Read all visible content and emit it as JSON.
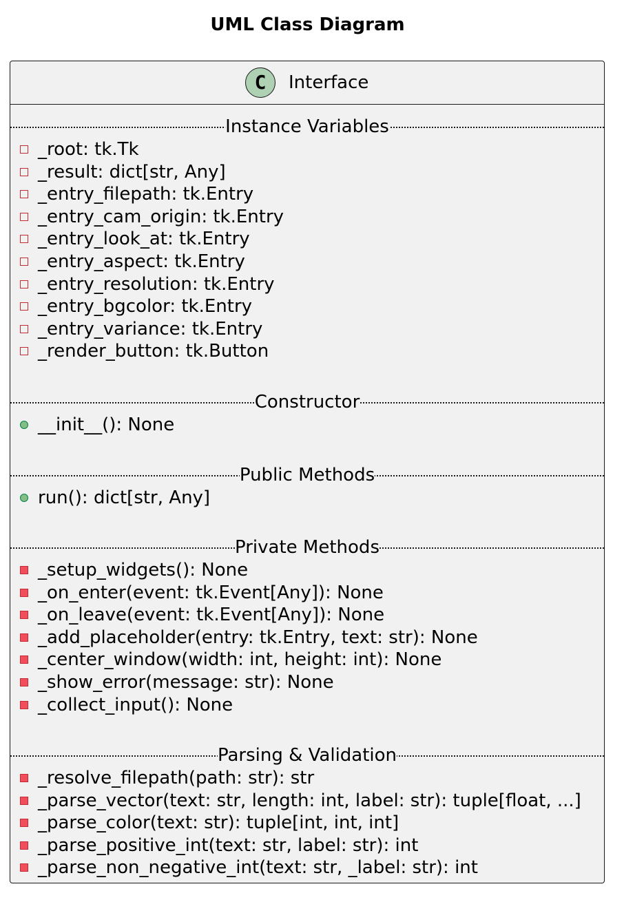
{
  "diagram": {
    "title": "UML Class Diagram"
  },
  "class": {
    "icon_letter": "C",
    "name": "Interface"
  },
  "sections": {
    "instance_variables": {
      "label": "Instance Variables",
      "visibility": "private",
      "items": [
        "_root: tk.Tk",
        "_result: dict[str, Any]",
        "_entry_filepath: tk.Entry",
        "_entry_cam_origin: tk.Entry",
        "_entry_look_at: tk.Entry",
        "_entry_aspect: tk.Entry",
        "_entry_resolution: tk.Entry",
        "_entry_bgcolor: tk.Entry",
        "_entry_variance: tk.Entry",
        "_render_button: tk.Button"
      ]
    },
    "constructor": {
      "label": "Constructor",
      "visibility": "public",
      "items": [
        "__init__(): None"
      ]
    },
    "public_methods": {
      "label": "Public Methods",
      "visibility": "public",
      "items": [
        "run(): dict[str, Any]"
      ]
    },
    "private_methods": {
      "label": "Private Methods",
      "visibility": "private",
      "items": [
        "_setup_widgets(): None",
        "_on_enter(event: tk.Event[Any]): None",
        "_on_leave(event: tk.Event[Any]): None",
        "_add_placeholder(entry: tk.Entry, text: str): None",
        "_center_window(width: int, height: int): None",
        "_show_error(message: str): None",
        "_collect_input(): None"
      ]
    },
    "parsing_validation": {
      "label": "Parsing & Validation",
      "visibility": "private",
      "items": [
        "_resolve_filepath(path: str): str",
        "_parse_vector(text: str, length: int, label: str): tuple[float, ...]",
        "_parse_color(text: str): tuple[int, int, int]",
        "_parse_positive_int(text: str, label: str): int",
        "_parse_non_negative_int(text: str, _label: str): int"
      ]
    }
  },
  "colors": {
    "class_background": "#f1f1f1",
    "class_icon": "#add1b2",
    "border": "#181818",
    "private_marker": "#c82930",
    "private_method_fill": "#f24d5c",
    "public_marker": "#038048",
    "public_method_fill": "#84be84"
  }
}
